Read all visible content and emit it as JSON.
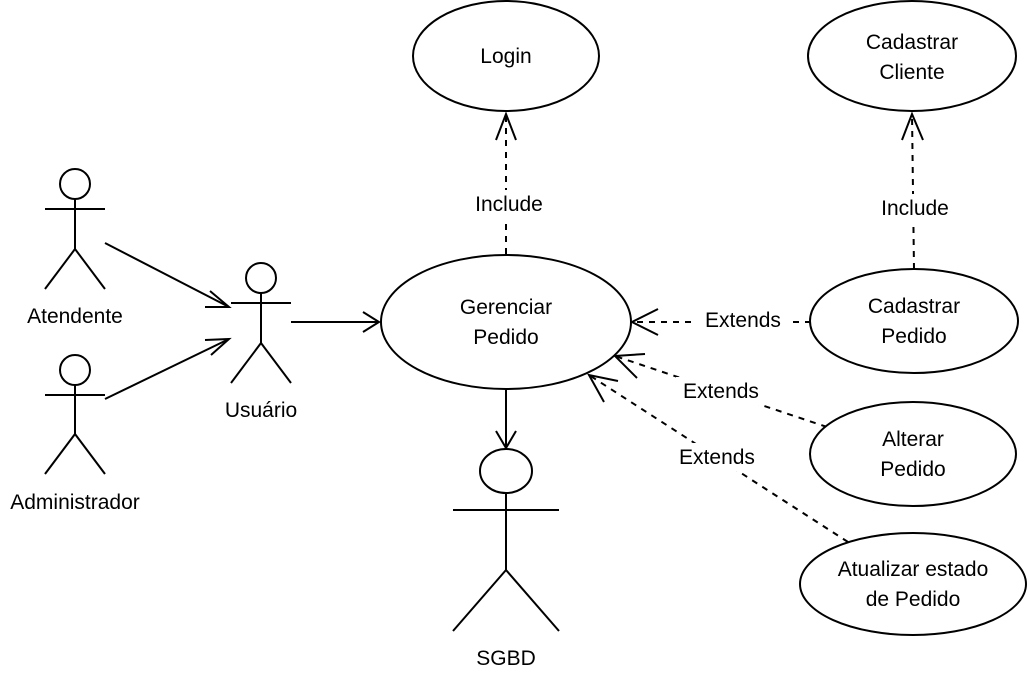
{
  "actors": {
    "atendente": "Atendente",
    "administrador": "Administrador",
    "usuario": "Usuário",
    "sgbd": "SGBD"
  },
  "use_cases": {
    "login": [
      "Login"
    ],
    "cadastrar_cliente": [
      "Cadastrar",
      "Cliente"
    ],
    "gerenciar_pedido": [
      "Gerenciar",
      "Pedido"
    ],
    "cadastrar_pedido": [
      "Cadastrar",
      "Pedido"
    ],
    "alterar_pedido": [
      "Alterar",
      "Pedido"
    ],
    "atualizar_estado": [
      "Atualizar estado",
      "de Pedido"
    ]
  },
  "relations": {
    "include_login": "Include",
    "include_cliente": "Include",
    "extends_cadastrar": "Extends",
    "extends_alterar": "Extends",
    "extends_atualizar": "Extends"
  }
}
